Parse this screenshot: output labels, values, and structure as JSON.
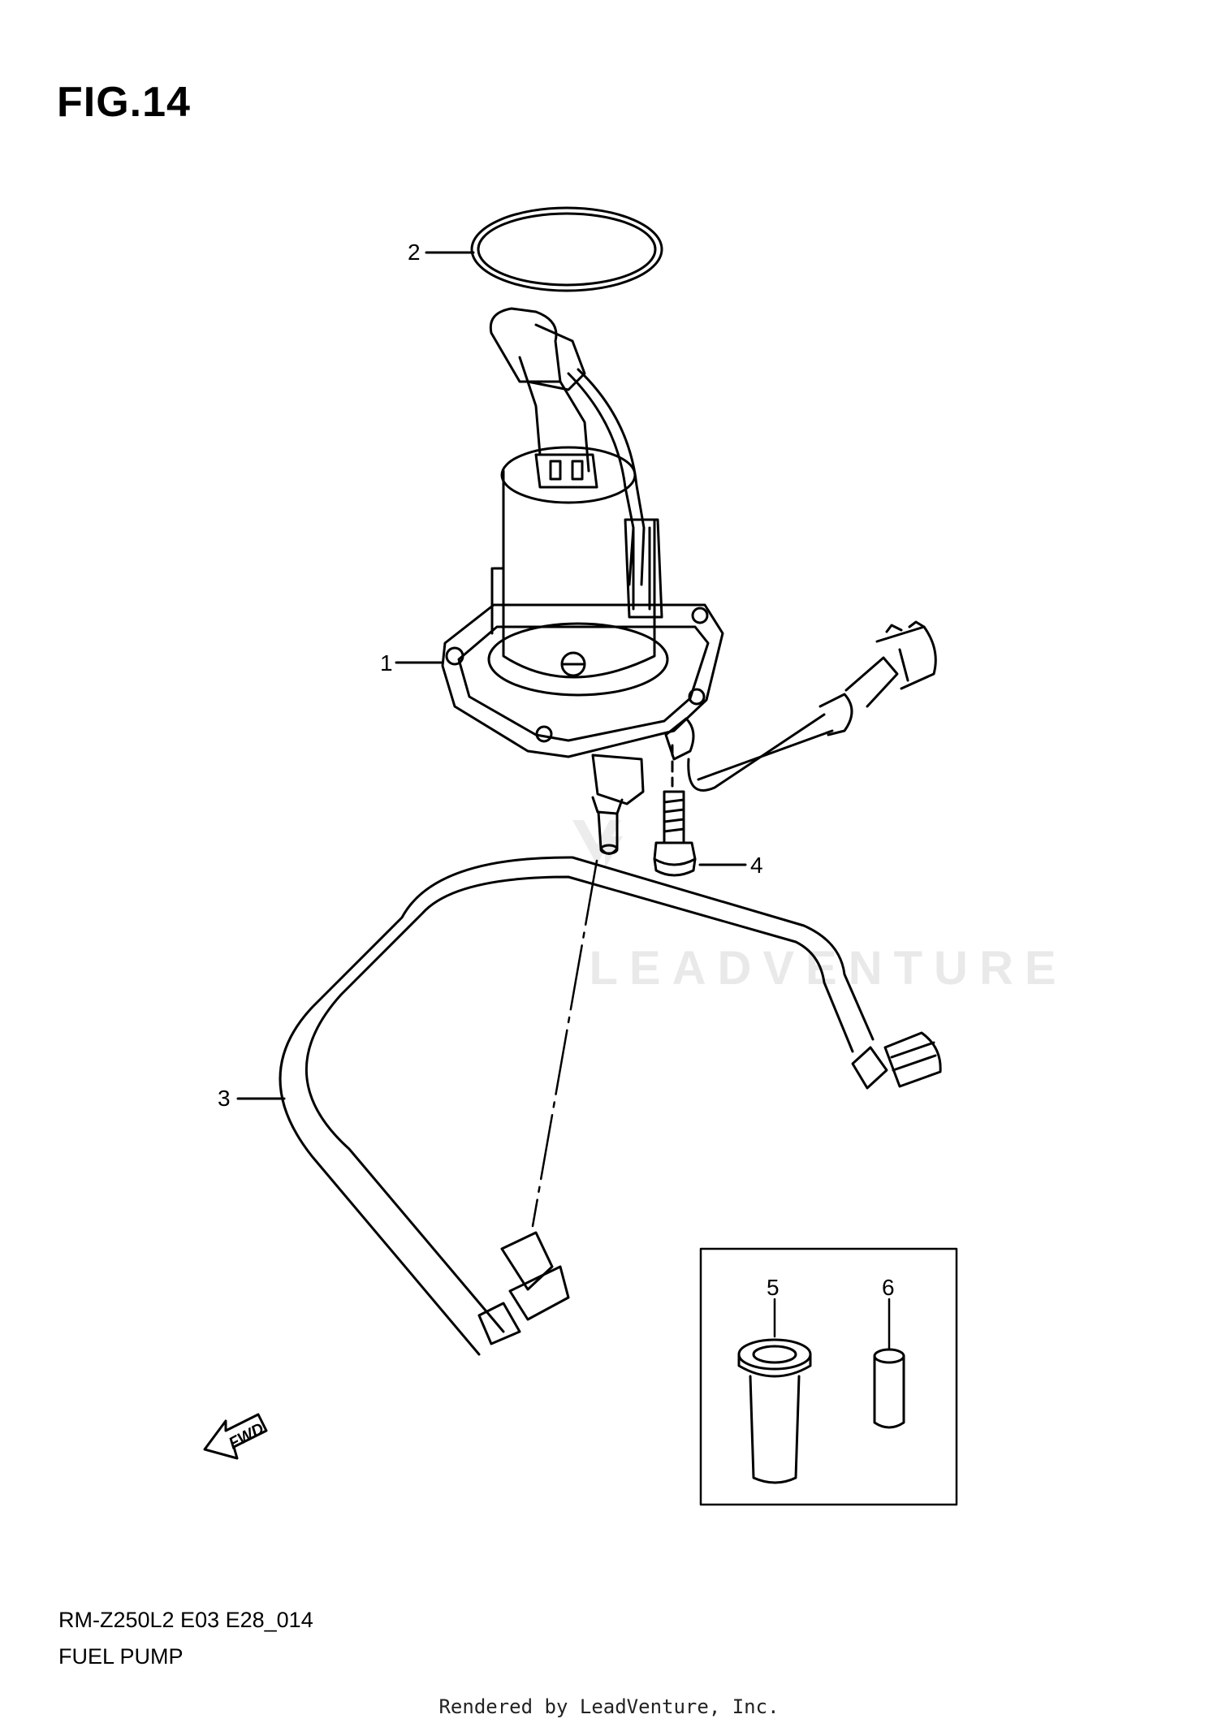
{
  "figure_title": "FIG.14",
  "model_code": "RM-Z250L2 E03 E28_014",
  "section_name": "FUEL PUMP",
  "rendered_by": "Rendered by LeadVenture, Inc.",
  "watermark": "LEADVENTURE",
  "fwd_label": "FWD",
  "callouts": [
    "1",
    "2",
    "3",
    "4",
    "5",
    "6"
  ]
}
